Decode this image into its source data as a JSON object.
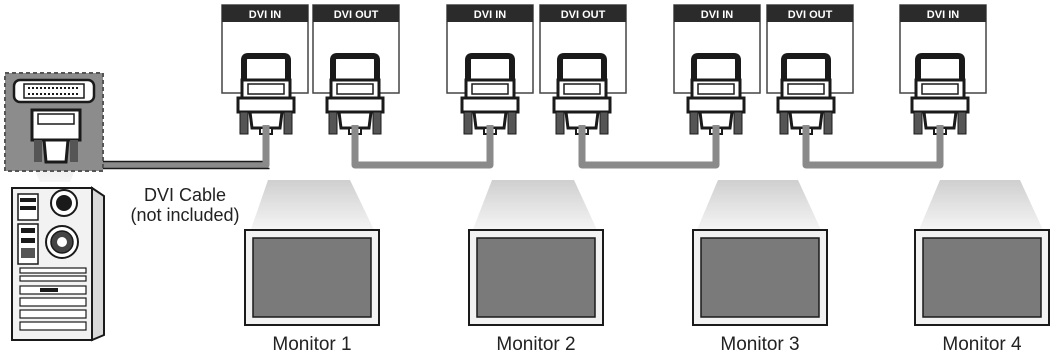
{
  "port_labels": {
    "dvi_in": "DVI IN",
    "dvi_out": "DVI OUT"
  },
  "cable": {
    "line1": "DVI Cable",
    "line2": "(not included)"
  },
  "monitors": [
    {
      "label": "Monitor 1"
    },
    {
      "label": "Monitor 2"
    },
    {
      "label": "Monitor 3"
    },
    {
      "label": "Monitor 4"
    }
  ],
  "colors": {
    "port_header": "#2b2b2b",
    "cable": "#8a8a8a",
    "screen": "#7a7a7a",
    "beam": "#e6e6e6",
    "pc_panel": "#8c8c8c"
  }
}
